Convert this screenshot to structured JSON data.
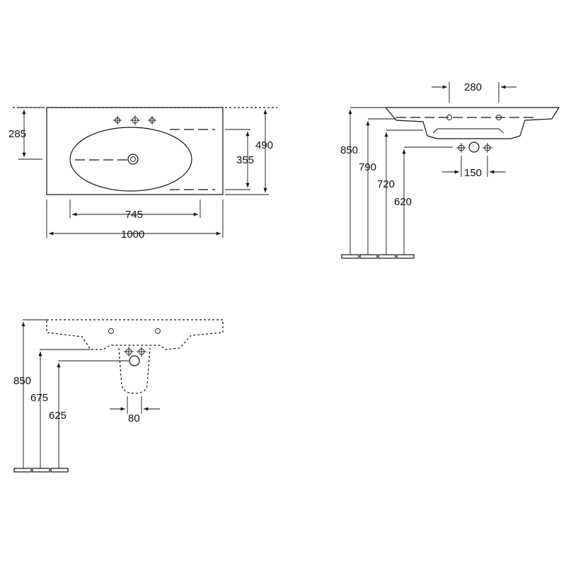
{
  "top_view": {
    "depth_outer": "490",
    "depth_front": "285",
    "bowl_depth": "355",
    "bowl_width": "745",
    "overall_width": "1000"
  },
  "side_view": {
    "tap_spacing": "280",
    "height_rim": "850",
    "height_underside": "790",
    "height_inlet": "720",
    "height_waste": "620",
    "inlet_spacing": "150"
  },
  "section_view": {
    "height_rim": "850",
    "height_inlet": "675",
    "height_waste": "625",
    "offset": "80"
  }
}
